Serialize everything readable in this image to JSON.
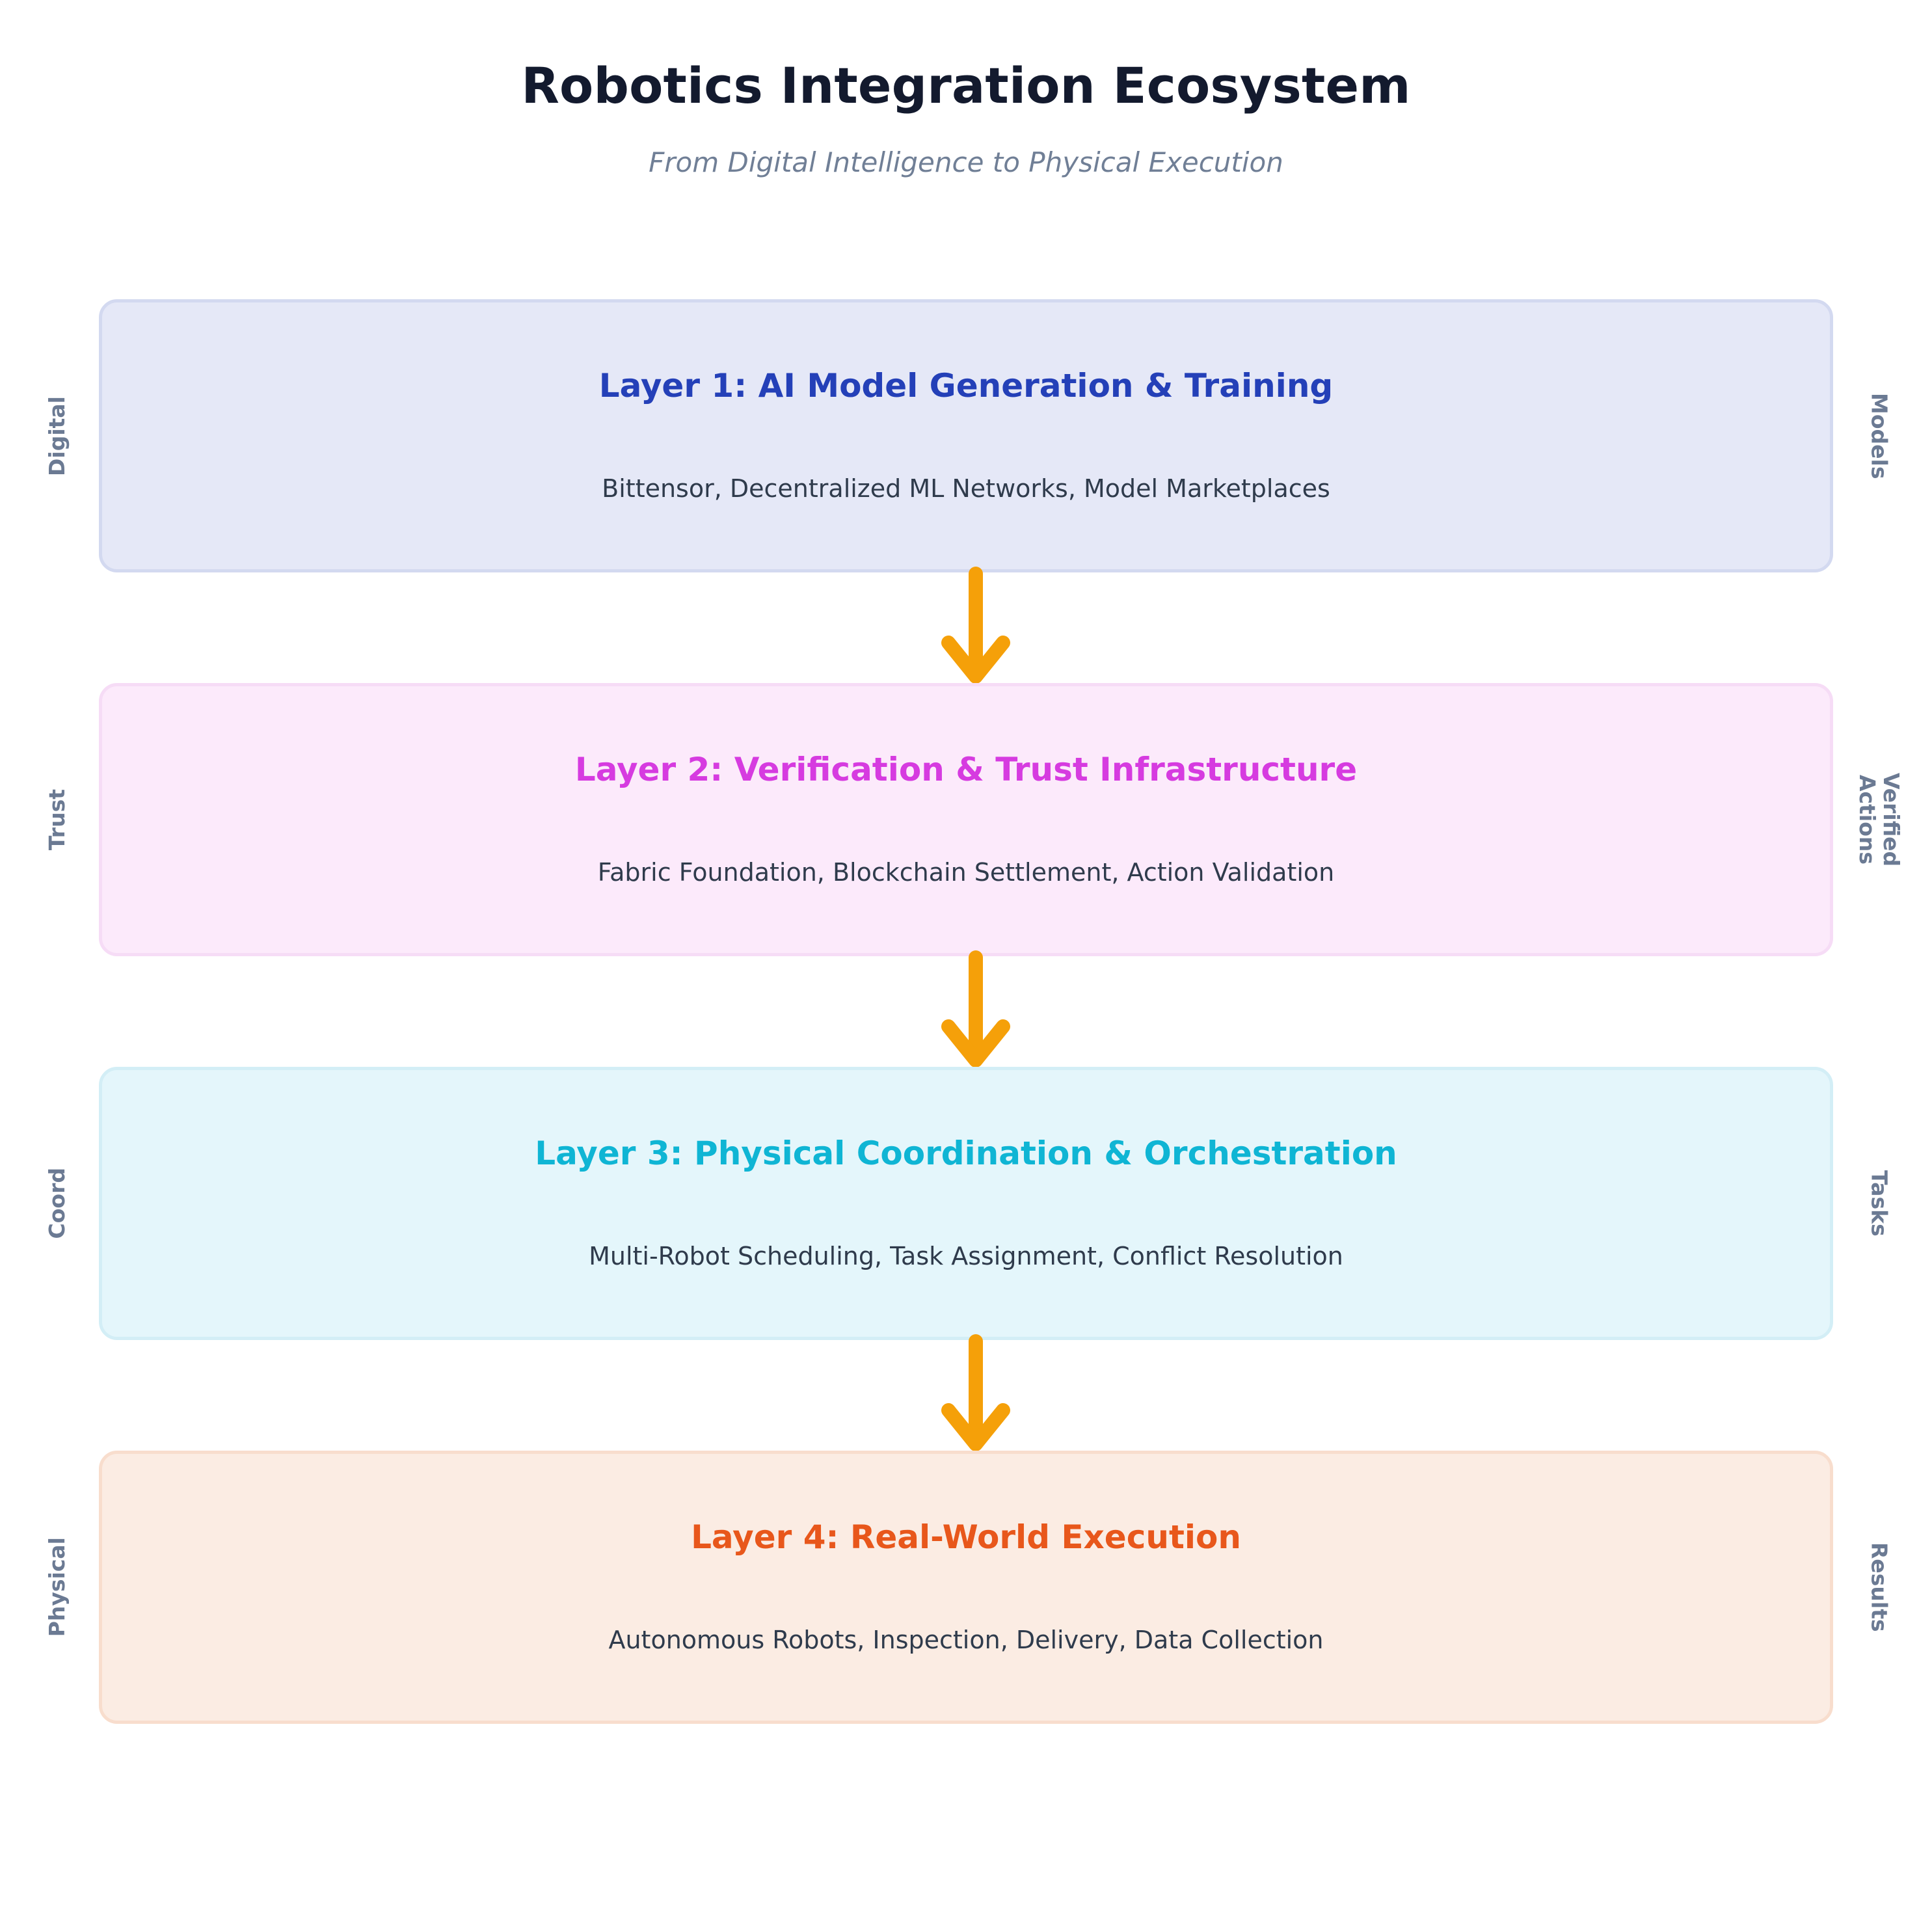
{
  "header": {
    "title": "Robotics Integration Ecosystem",
    "subtitle": "From Digital Intelligence to Physical Execution"
  },
  "theme": {
    "background": "#ffffff",
    "title_color": "#131a2e",
    "subtitle_color": "#707f96",
    "body_text_color": "#2f3b4c",
    "side_label_color": "#6b7a93",
    "arrow_color": "#f5a009"
  },
  "diagram": {
    "type": "layered-stack-flow",
    "direction": "top-to-bottom",
    "layers": [
      {
        "id": "layer-1",
        "title": "Layer 1: AI Model Generation & Training",
        "description": "Bittensor, Decentralized ML Networks, Model Marketplaces",
        "left_label": "Digital",
        "right_label": "Models",
        "title_color": "#2440b8",
        "fill": "#e5e8f7",
        "border": "#d3d9f0"
      },
      {
        "id": "layer-2",
        "title": "Layer 2: Verification & Trust Infrastructure",
        "description": "Fabric Foundation, Blockchain Settlement, Action Validation",
        "left_label": "Trust",
        "right_label": "Verified\nActions",
        "title_color": "#d63be0",
        "fill": "#fceafb",
        "border": "#f6dcf6"
      },
      {
        "id": "layer-3",
        "title": "Layer 3: Physical Coordination & Orchestration",
        "description": "Multi-Robot Scheduling, Task Assignment, Conflict Resolution",
        "left_label": "Coord",
        "right_label": "Tasks",
        "title_color": "#0fb5d4",
        "fill": "#e4f6fb",
        "border": "#d3eef6"
      },
      {
        "id": "layer-4",
        "title": "Layer 4: Real-World Execution",
        "description": "Autonomous Robots, Inspection, Delivery, Data Collection",
        "left_label": "Physical",
        "right_label": "Results",
        "title_color": "#e8571b",
        "fill": "#fbece3",
        "border": "#f8ddcd"
      }
    ],
    "connectors": [
      {
        "id": "arrow-1-2",
        "from": "layer-1",
        "to": "layer-2",
        "icon": "arrow-down-icon"
      },
      {
        "id": "arrow-2-3",
        "from": "layer-2",
        "to": "layer-3",
        "icon": "arrow-down-icon"
      },
      {
        "id": "arrow-3-4",
        "from": "layer-3",
        "to": "layer-4",
        "icon": "arrow-down-icon"
      }
    ]
  }
}
